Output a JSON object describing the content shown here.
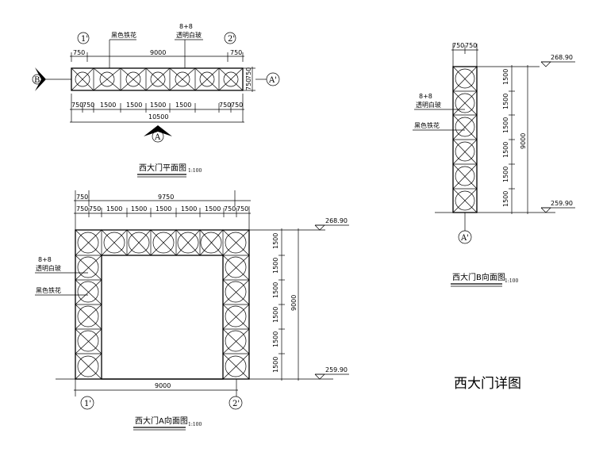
{
  "main_title": "西大门详图",
  "plan": {
    "title": "西大门平面图",
    "scale": "1:100",
    "callout_pattern": "黑色铁花",
    "callout_glass_1": "8+8",
    "callout_glass_2": "透明白玻",
    "axis_left": "1'",
    "axis_right": "2'",
    "dim_top": [
      "750",
      "9000",
      "750"
    ],
    "dim_bottom": [
      "750",
      "750",
      "1500",
      "1500",
      "1500",
      "1500",
      "750",
      "750"
    ],
    "dim_total": "10500",
    "dim_right": [
      "750",
      "750"
    ],
    "section_b": "B",
    "section_a": "A",
    "axis_a_prime": "A'"
  },
  "elev_a": {
    "title": "西大门A向面图",
    "scale": "1:100",
    "dim_top_row1": [
      "750",
      "9750"
    ],
    "dim_top_row2": [
      "750",
      "750",
      "1500",
      "1500",
      "1500",
      "1500",
      "1500",
      "750",
      "750"
    ],
    "dim_right": [
      "1500",
      "1500",
      "1500",
      "1500",
      "1500",
      "1500"
    ],
    "dim_height": "9000",
    "dim_bottom": "9000",
    "level_top": "268.90",
    "level_bottom": "259.90",
    "callout_glass_1": "8+8",
    "callout_glass_2": "透明白玻",
    "callout_pattern": "黑色铁花",
    "axis_left": "1'",
    "axis_right": "2'"
  },
  "elev_b": {
    "title": "西大门B向面图",
    "scale": "1:100",
    "dim_top": [
      "750",
      "750"
    ],
    "dim_right": [
      "1500",
      "1500",
      "1500",
      "1500",
      "1500",
      "1500"
    ],
    "dim_height": "9000",
    "level_top": "268.90",
    "level_bottom": "259.90",
    "callout_glass_1": "8+8",
    "callout_glass_2": "透明白玻",
    "callout_pattern": "黑色铁花",
    "axis": "A'"
  }
}
